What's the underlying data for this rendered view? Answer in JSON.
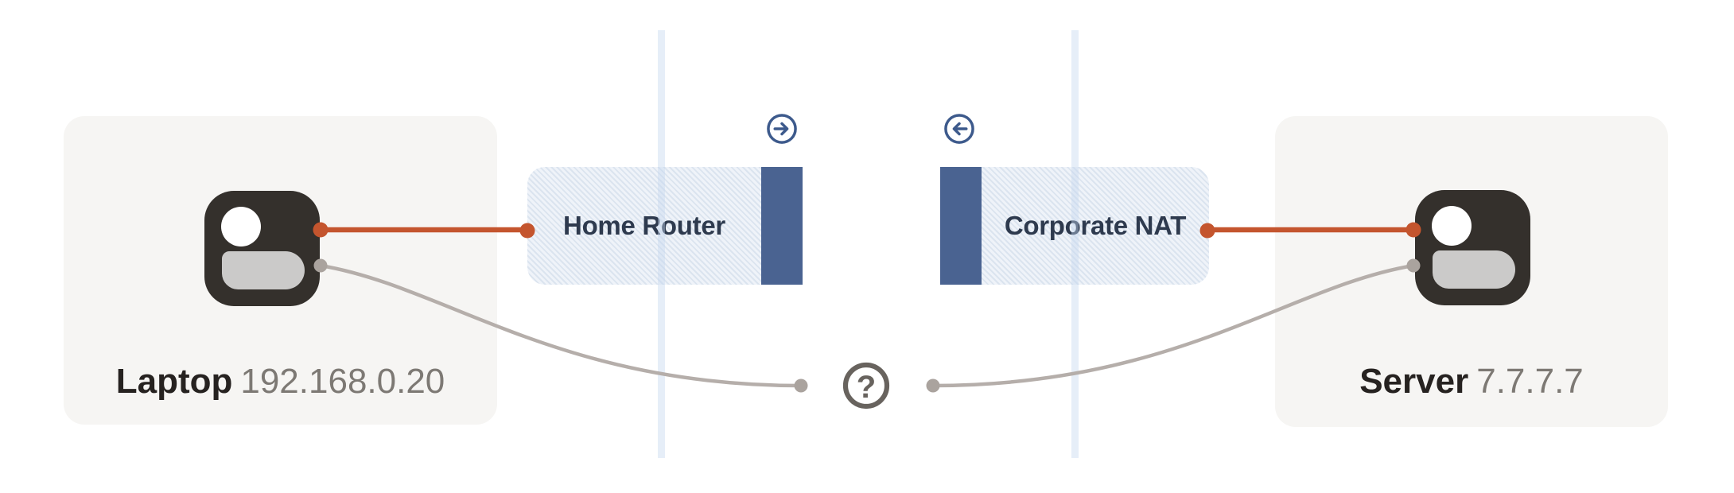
{
  "nodes": {
    "laptop": {
      "name": "Laptop",
      "ip": "192.168.0.20"
    },
    "server": {
      "name": "Server",
      "ip": "7.7.7.7"
    }
  },
  "nats": {
    "home_router": {
      "label": "Home Router",
      "direction_icon": "arrow-right-circle-icon"
    },
    "corporate_nat": {
      "label": "Corporate NAT",
      "direction_icon": "arrow-left-circle-icon"
    }
  },
  "middle": {
    "unknown_icon": "question-mark-circle-icon",
    "glyph": "?"
  },
  "colors": {
    "connection_active": "#c4552e",
    "connection_unknown": "#b5aeaa",
    "connection_unknown_dot": "#aaa39e",
    "nat_bar": "#4a6391",
    "nat_fill": "#eff3f9",
    "nat_stripe": "#dbe4ef",
    "nat_label": "#2e3a4e",
    "direction_icon": "#3d5a8c",
    "node_card_bg": "#f6f5f3",
    "device_icon_bg": "#34302c",
    "device_icon_body": "#cbcac9",
    "node_name": "#262220",
    "node_ip": "#7d7974",
    "question_mark": "#68635e",
    "boundary_line": "#e9eff8",
    "background": "#ffffff"
  }
}
